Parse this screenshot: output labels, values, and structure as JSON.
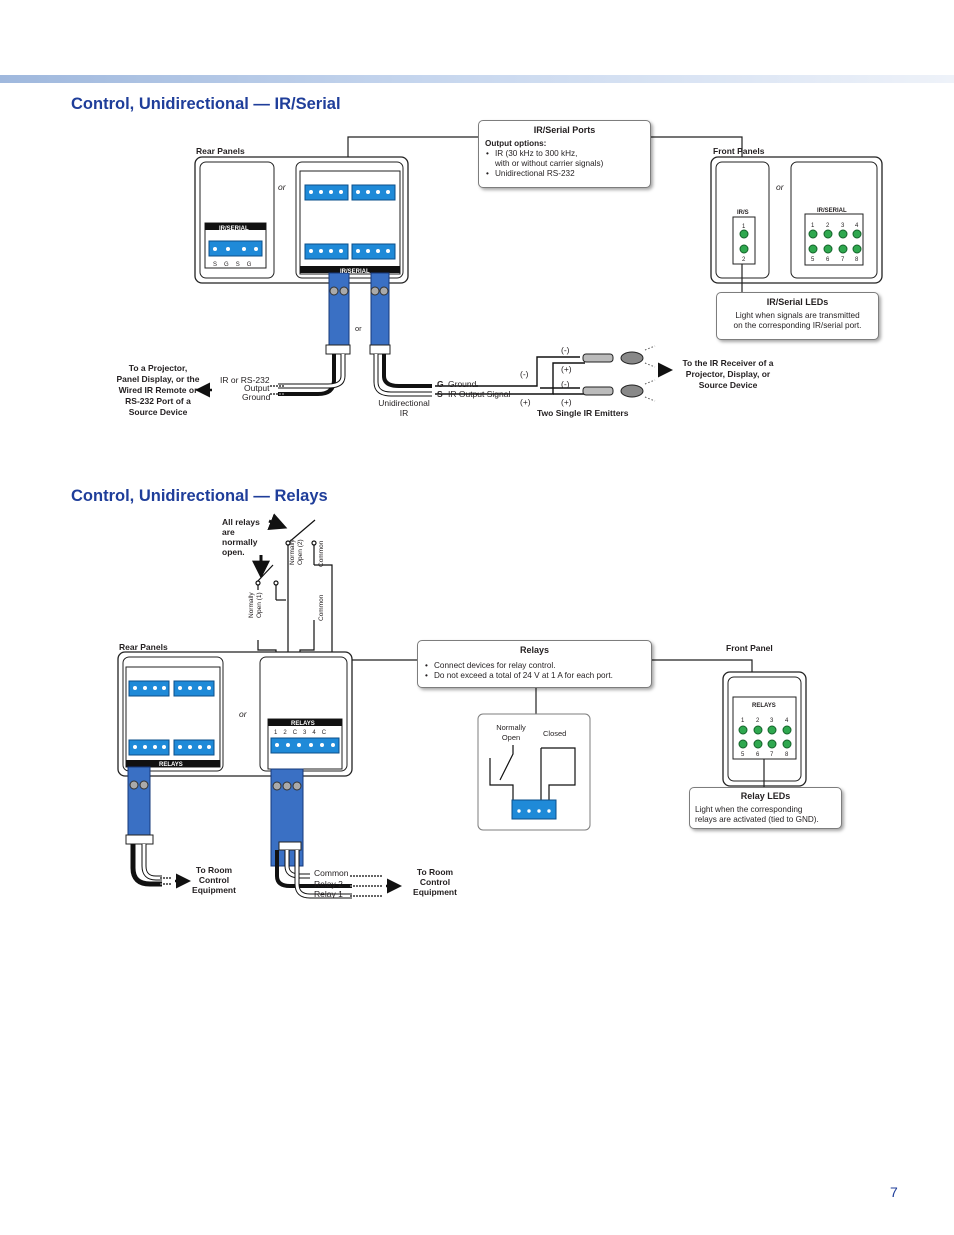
{
  "page_number": "7",
  "sections": {
    "ir_title": "Control, Unidirectional — IR/Serial",
    "relays_title": "Control, Unidirectional — Relays"
  },
  "ir": {
    "rear_panels_label": "Rear Panels",
    "front_panels_label": "Front Panels",
    "or": "or",
    "irserial_port_label": "IR/SERIAL",
    "irs_label": "IR/S",
    "ports_box": {
      "title": "IR/Serial Ports",
      "subtitle": "Output options:",
      "items": [
        "IR (30 kHz to 300 kHz,\nwith or without carrier signals)",
        "Unidirectional RS-232"
      ]
    },
    "leds_box": {
      "title": "IR/Serial LEDs",
      "body": "Light when signals are transmitted\non the corresponding IR/serial port."
    },
    "left_dest": "To a Projector,\nPanel Display, or the\nWired IR Remote or\nRS-232 Port of a\nSource Device",
    "ir_or_rs232": "IR or RS-232",
    "output": "Output",
    "ground": "Ground",
    "unidirectional_ir": "Unidirectional\nIR",
    "g_letter": "G",
    "s_letter": "S",
    "g_label": "Ground",
    "s_label": "IR Output Signal",
    "minus": "(-)",
    "plus": "(+)",
    "emitters": "Two Single IR Emitters",
    "right_dest": "To the IR Receiver of a\nProjector, Display, or\nSource Device",
    "pin_row": [
      "S",
      "G",
      "S",
      "G"
    ]
  },
  "relays": {
    "all_open_note": "All relays\nare\nnormally\nopen.",
    "normally_open_1": "Normally\nOpen (1)",
    "normally_open_2": "Normally\nOpen (2)",
    "common": "Common",
    "rear_panels_label": "Rear Panels",
    "front_panel_label": "Front Panel",
    "or": "or",
    "relays_label": "RELAYS",
    "relay_pins": [
      "1",
      "2",
      "C",
      "3",
      "4",
      "C"
    ],
    "box": {
      "title": "Relays",
      "items": [
        "Connect devices for relay control.",
        "Do not exceed a total of 24 V at 1 A for each port."
      ]
    },
    "normally_open": "Normally\nOpen",
    "closed": "Closed",
    "leds_box": {
      "title": "Relay LEDs",
      "body": "Light when the corresponding\nrelays are activated (tied to GND)."
    },
    "dest_left": "To Room\nControl\nEquipment",
    "dest_right": "To Room\nControl\nEquipment",
    "wire_common": "Common",
    "wire_relay2": "Relay 2",
    "wire_relay1": "Relay 1"
  },
  "led_numbers_top": [
    "1",
    "2",
    "3",
    "4"
  ],
  "led_numbers_bottom": [
    "5",
    "6",
    "7",
    "8"
  ],
  "colors": {
    "title_blue": "#1f3e9a",
    "connector_blue": "#1f8ad8",
    "cable_blue": "#3a70c4",
    "led_green": "#2fa84f"
  }
}
